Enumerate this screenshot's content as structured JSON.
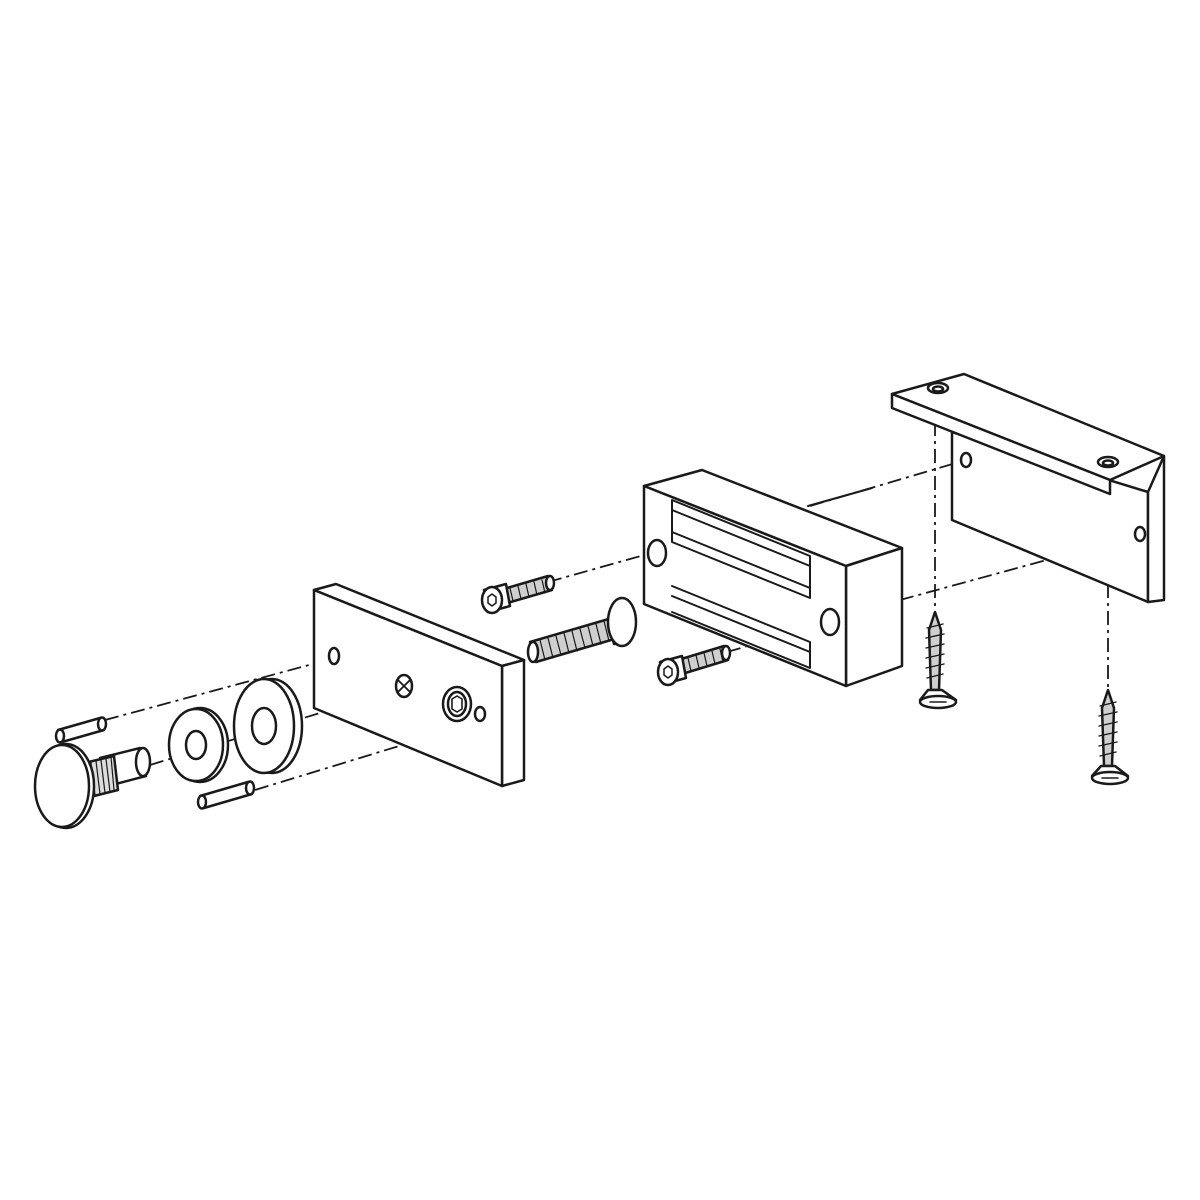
{
  "diagram": {
    "kind": "exploded-assembly",
    "style": "black line art on white",
    "colors": {
      "line": "#1a1a1a",
      "fill": "#ffffff",
      "shade": "#dcdcdc",
      "axis": "#1a1a1a"
    },
    "parts": [
      "spindle-cap",
      "small-dowel-pin",
      "thin-washer",
      "thick-washer",
      "lower-dowel-pin",
      "front-plate",
      "socket-cap-screw",
      "long-threaded-bolt",
      "magnet-block",
      "l-bracket",
      "wood-screw"
    ]
  }
}
